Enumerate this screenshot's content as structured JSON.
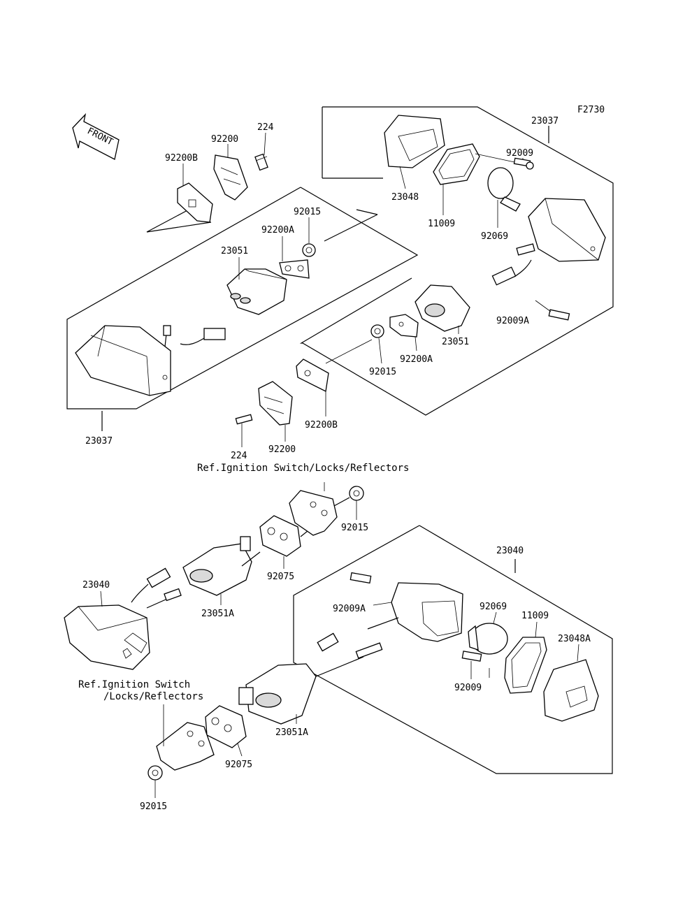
{
  "figure_code": "F2730",
  "front_label": "FRONT",
  "refs": {
    "top": "Ref.Ignition Switch/Locks/Reflectors",
    "left_line1": "Ref.Ignition Switch",
    "left_line2": "/Locks/Reflectors"
  },
  "labels": {
    "l_224_top": "224",
    "l_92200_top": "92200",
    "l_92200B_top": "92200B",
    "l_92015_top": "92015",
    "l_92200A_top": "92200A",
    "l_23051_top": "23051",
    "l_23037_left": "23037",
    "l_23037_right": "23037",
    "l_23048": "23048",
    "l_11009_top": "11009",
    "l_92009_top": "92009",
    "l_92069_top": "92069",
    "l_92009A_top": "92009A",
    "l_23051_right": "23051",
    "l_92200A_mid": "92200A",
    "l_92015_mid": "92015",
    "l_92200B_mid": "92200B",
    "l_224_mid": "224",
    "l_92200_mid": "92200",
    "l_92015_ref": "92015",
    "l_92075_top": "92075",
    "l_23040_left": "23040",
    "l_23051A_left": "23051A",
    "l_23040_right": "23040",
    "l_92009A_bot": "92009A",
    "l_92069_bot": "92069",
    "l_11009_bot": "11009",
    "l_23048A": "23048A",
    "l_92009_bot": "92009",
    "l_23051A_bot": "23051A",
    "l_92075_bot": "92075",
    "l_92015_bot": "92015"
  }
}
